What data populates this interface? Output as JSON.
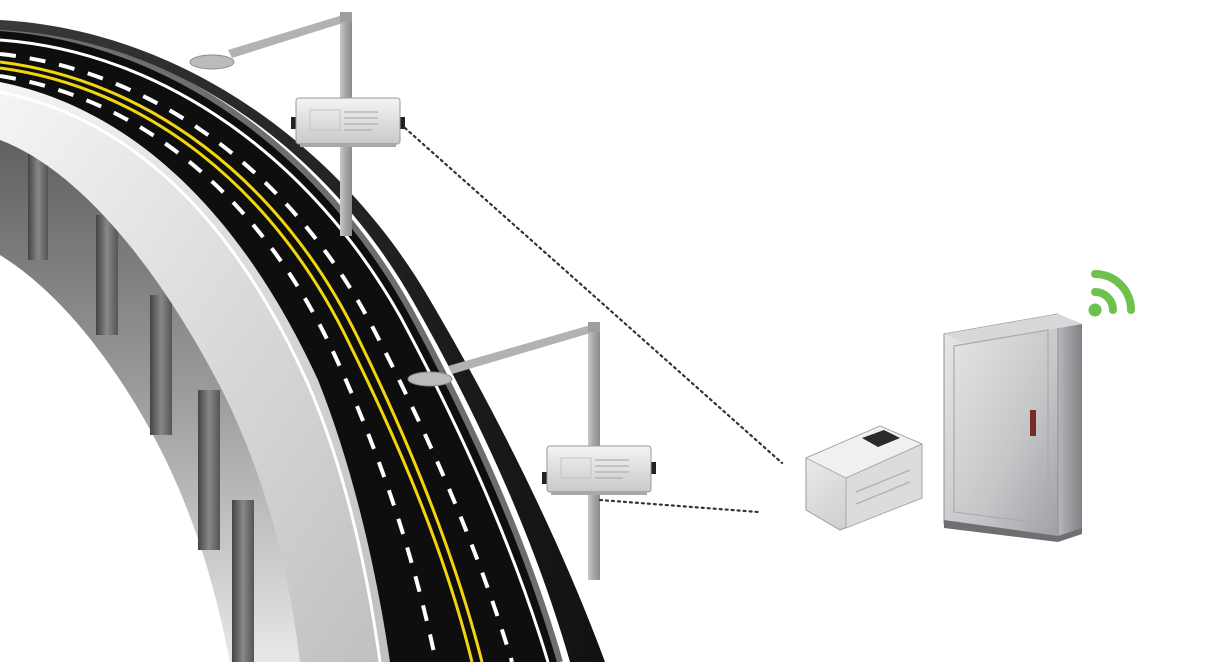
{
  "scene": {
    "background": "#ffffff",
    "road_color": "#0c0c0c",
    "lane_dash_color": "#ffffff",
    "center_line_color": "#f2d40f",
    "barrier_color": "#e2e2e2",
    "pole_color": "#a7a9ab",
    "wifi_color": "#6cc24a",
    "dotted_line_color": "#333333"
  },
  "components": [
    {
      "id": "street-light-1",
      "icon": "street-light-icon"
    },
    {
      "id": "street-light-2",
      "icon": "street-light-icon"
    },
    {
      "id": "power-driver-1",
      "icon": "led-driver-icon"
    },
    {
      "id": "power-driver-2",
      "icon": "led-driver-icon"
    },
    {
      "id": "electric-meter",
      "icon": "meter-icon"
    },
    {
      "id": "distribution-cabinet",
      "icon": "cabinet-icon"
    },
    {
      "id": "wireless-signal",
      "icon": "wifi-icon"
    }
  ]
}
